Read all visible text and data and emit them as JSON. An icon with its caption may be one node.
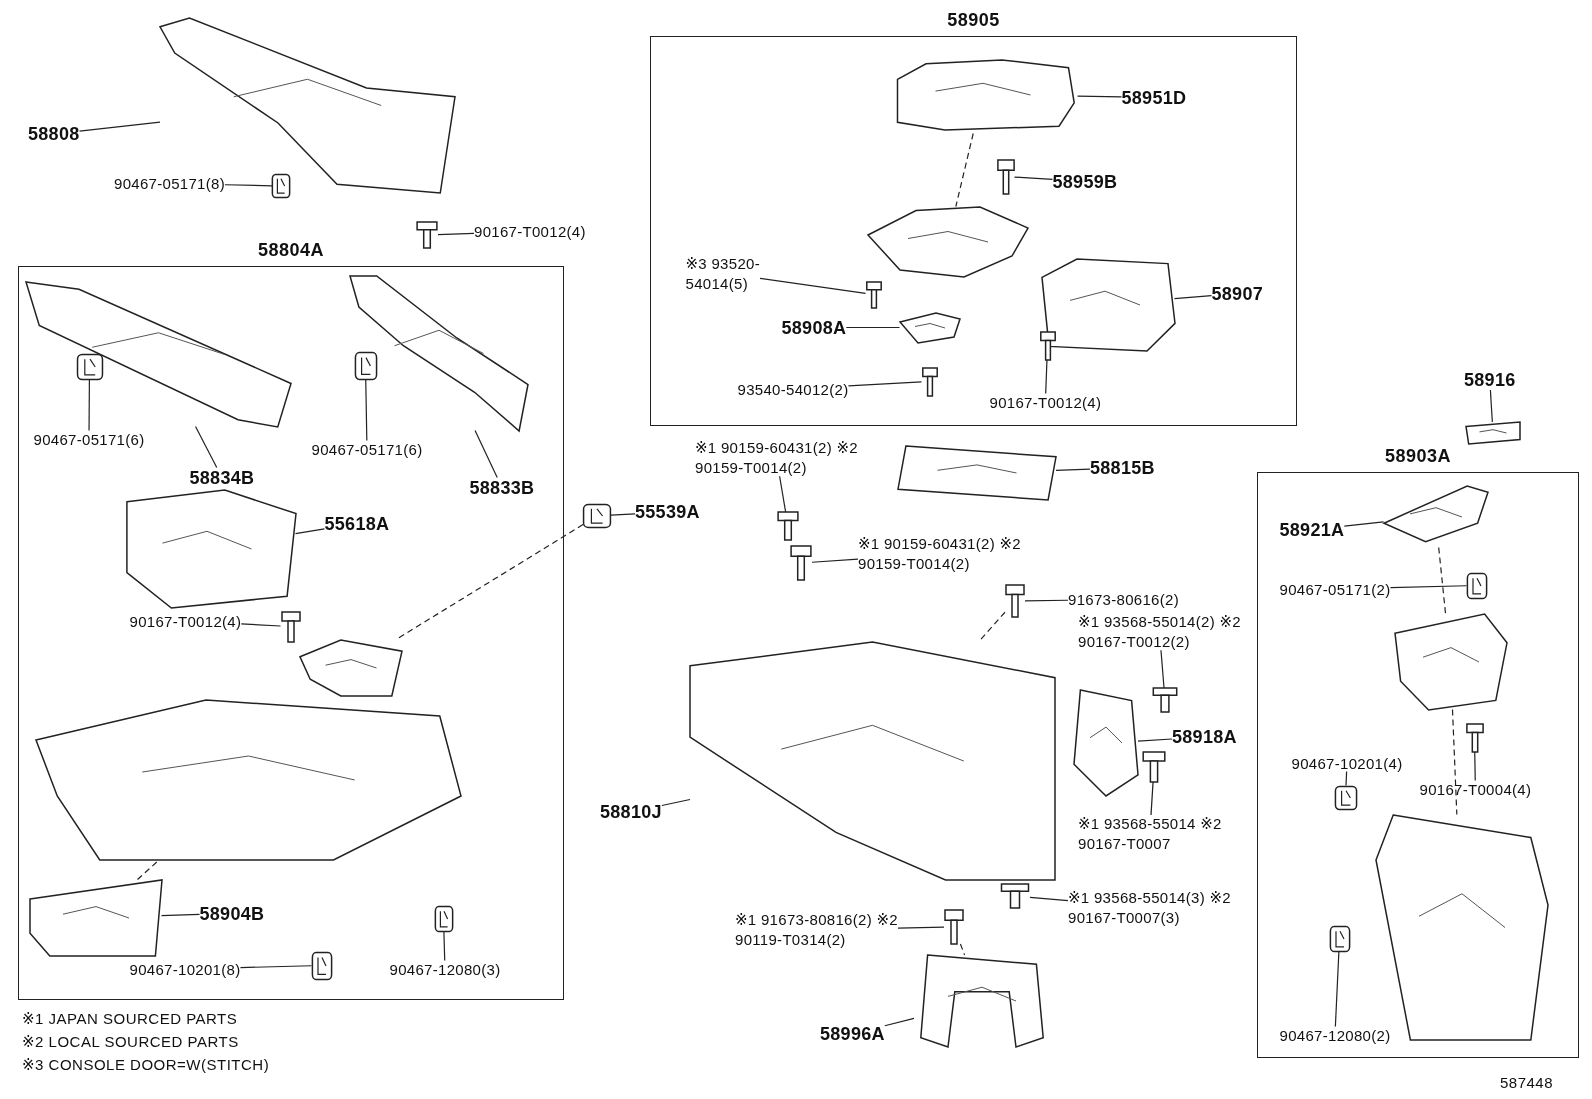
{
  "diagram": {
    "nodes": [
      {
        "text": [
          "58905"
        ]
      },
      {
        "text": [
          "58951D"
        ],
        "in": 0
      },
      {
        "text": [],
        "shape": "picture",
        "in": 0
      },
      {
        "text": [
          "58959B"
        ],
        "in": 0
      },
      {
        "text": [],
        "shape": "picture",
        "in": 0
      },
      {
        "text": [],
        "shape": "picture",
        "in": 0
      },
      {
        "text": [
          "※3 93520-54014(5)"
        ],
        "in": 0
      },
      {
        "text": [],
        "shape": "picture",
        "in": 0
      },
      {
        "text": [
          "58907"
        ],
        "in": 0
      },
      {
        "text": [],
        "shape": "picture",
        "in": 0
      },
      {
        "text": [
          "58908A"
        ],
        "in": 0
      },
      {
        "text": [],
        "shape": "picture",
        "in": 0
      },
      {
        "text": [
          "93540-54012(2)"
        ],
        "in": 0
      },
      {
        "text": [],
        "shape": "picture",
        "in": 0
      },
      {
        "text": [
          "90167-T0012(4)"
        ],
        "in": 0
      },
      {
        "text": [],
        "shape": "picture",
        "in": 0
      },
      {
        "text": [
          "58808"
        ]
      },
      {
        "text": [],
        "shape": "picture"
      },
      {
        "text": [
          "90467-05171(8)"
        ]
      },
      {
        "text": [],
        "shape": "picture"
      },
      {
        "text": [
          "90167-T0012(4)"
        ]
      },
      {
        "text": [],
        "shape": "picture"
      },
      {
        "text": [
          "58804A"
        ]
      },
      {
        "text": [],
        "shape": "picture",
        "in": 22
      },
      {
        "text": [],
        "shape": "picture",
        "in": 22
      },
      {
        "text": [
          "90467-05171(6)"
        ],
        "in": 22
      },
      {
        "text": [
          "58834B"
        ],
        "in": 22
      },
      {
        "text": [],
        "shape": "picture",
        "in": 22
      },
      {
        "text": [],
        "shape": "picture",
        "in": 22
      },
      {
        "text": [
          "90467-05171(6)"
        ],
        "in": 22
      },
      {
        "text": [
          "58833B"
        ],
        "in": 22
      },
      {
        "text": [],
        "shape": "picture",
        "in": 22
      },
      {
        "text": [
          "55618A"
        ],
        "in": 22
      },
      {
        "text": [
          "90167-T0012(4)"
        ],
        "in": 22
      },
      {
        "text": [],
        "shape": "picture",
        "in": 22
      },
      {
        "text": [],
        "shape": "picture",
        "in": 22
      },
      {
        "text": [],
        "shape": "picture",
        "in": 22
      },
      {
        "text": [],
        "shape": "picture",
        "in": 22
      },
      {
        "text": [
          "58904B"
        ],
        "in": 22
      },
      {
        "text": [
          "90467-10201(8)"
        ],
        "in": 22
      },
      {
        "text": [],
        "shape": "picture",
        "in": 22
      },
      {
        "text": [
          "90467-12080(3)"
        ],
        "in": 22
      },
      {
        "text": [],
        "shape": "picture",
        "in": 22
      },
      {
        "text": [],
        "shape": "picture"
      },
      {
        "text": [
          "55539A"
        ]
      },
      {
        "text": [
          "※1 90159-60431(2) ※2 90159-T0014(2)"
        ]
      },
      {
        "text": [],
        "shape": "picture"
      },
      {
        "text": [
          "※1 90159-60431(2) ※2 90159-T0014(2)"
        ]
      },
      {
        "text": [],
        "shape": "picture"
      },
      {
        "text": [],
        "shape": "picture"
      },
      {
        "text": [
          "58815B"
        ]
      },
      {
        "text": [],
        "shape": "picture"
      },
      {
        "text": [
          "58810J"
        ]
      },
      {
        "text": [
          "91673-80616(2)"
        ]
      },
      {
        "text": [],
        "shape": "picture"
      },
      {
        "text": [
          "※1 93568-55014(2) ※2 90167-T0012(2)"
        ]
      },
      {
        "text": [],
        "shape": "picture"
      },
      {
        "text": [],
        "shape": "picture"
      },
      {
        "text": [
          "58918A"
        ]
      },
      {
        "text": [
          "※1 93568-55014 ※2 90167-T0007"
        ]
      },
      {
        "text": [],
        "shape": "picture"
      },
      {
        "text": [
          "※1 93568-55014(3) ※2 90167-T0007(3)"
        ]
      },
      {
        "text": [],
        "shape": "picture"
      },
      {
        "text": [
          "※1 91673-80816(2) ※2 90119-T0314(2)"
        ]
      },
      {
        "text": [],
        "shape": "picture"
      },
      {
        "text": [],
        "shape": "picture"
      },
      {
        "text": [
          "58996A"
        ]
      },
      {
        "text": [
          "58916"
        ]
      },
      {
        "text": [],
        "shape": "picture"
      },
      {
        "text": [
          "58903A"
        ]
      },
      {
        "text": [
          "58921A"
        ],
        "in": 69
      },
      {
        "text": [],
        "shape": "picture",
        "in": 69
      },
      {
        "text": [
          "90467-05171(2)"
        ],
        "in": 69
      },
      {
        "text": [],
        "shape": "picture",
        "in": 69
      },
      {
        "text": [],
        "shape": "picture",
        "in": 69
      },
      {
        "text": [
          "90467-10201(4)"
        ],
        "in": 69
      },
      {
        "text": [],
        "shape": "picture",
        "in": 69
      },
      {
        "text": [
          "90167-T0004(4)"
        ],
        "in": 69
      },
      {
        "text": [],
        "shape": "picture",
        "in": 69
      },
      {
        "text": [],
        "shape": "picture",
        "in": 69
      },
      {
        "text": [],
        "shape": "picture",
        "in": 69
      },
      {
        "text": [
          "90467-12080(2)"
        ],
        "in": 69
      }
    ],
    "edges": [
      {
        "from": 1,
        "to": 2,
        "arrow": "none"
      },
      {
        "from": 3,
        "to": 4,
        "arrow": "none"
      },
      {
        "from": 6,
        "to": 7,
        "arrow": "none"
      },
      {
        "from": 8,
        "to": 9,
        "arrow": "none"
      },
      {
        "from": 10,
        "to": 11,
        "arrow": "none"
      },
      {
        "from": 12,
        "to": 13,
        "arrow": "none"
      },
      {
        "from": 14,
        "to": 15,
        "arrow": "none"
      },
      {
        "from": 16,
        "to": 17,
        "arrow": "none"
      },
      {
        "from": 18,
        "to": 19,
        "arrow": "none"
      },
      {
        "from": 20,
        "to": 21,
        "arrow": "none"
      },
      {
        "from": 25,
        "to": 24,
        "arrow": "none"
      },
      {
        "from": 26,
        "to": 23,
        "arrow": "none"
      },
      {
        "from": 29,
        "to": 28,
        "arrow": "none"
      },
      {
        "from": 30,
        "to": 27,
        "arrow": "none"
      },
      {
        "from": 32,
        "to": 31,
        "arrow": "none"
      },
      {
        "from": 33,
        "to": 34,
        "arrow": "none"
      },
      {
        "from": 38,
        "to": 37,
        "arrow": "none"
      },
      {
        "from": 39,
        "to": 40,
        "arrow": "none"
      },
      {
        "from": 41,
        "to": 42,
        "arrow": "none"
      },
      {
        "from": 44,
        "to": 43,
        "arrow": "none"
      },
      {
        "from": 45,
        "to": 46,
        "arrow": "none"
      },
      {
        "from": 47,
        "to": 48,
        "arrow": "none"
      },
      {
        "from": 50,
        "to": 49,
        "arrow": "none"
      },
      {
        "from": 52,
        "to": 51,
        "arrow": "none"
      },
      {
        "from": 53,
        "to": 54,
        "arrow": "none"
      },
      {
        "from": 55,
        "to": 56,
        "arrow": "none"
      },
      {
        "from": 58,
        "to": 57,
        "arrow": "none"
      },
      {
        "from": 59,
        "to": 60,
        "arrow": "none"
      },
      {
        "from": 61,
        "to": 62,
        "arrow": "none"
      },
      {
        "from": 63,
        "to": 64,
        "arrow": "none"
      },
      {
        "from": 66,
        "to": 65,
        "arrow": "none"
      },
      {
        "from": 67,
        "to": 68,
        "arrow": "none"
      },
      {
        "from": 70,
        "to": 71,
        "arrow": "none"
      },
      {
        "from": 72,
        "to": 73,
        "arrow": "none"
      },
      {
        "from": 75,
        "to": 76,
        "arrow": "none"
      },
      {
        "from": 77,
        "to": 78,
        "arrow": "none"
      },
      {
        "from": 81,
        "to": 80,
        "arrow": "none"
      },
      {
        "from": 2,
        "to": 5,
        "arrow": "none",
        "style": "dashed"
      },
      {
        "from": 43,
        "to": 35,
        "arrow": "none",
        "style": "dashed"
      },
      {
        "from": 37,
        "to": 36,
        "arrow": "none",
        "style": "dashed"
      },
      {
        "from": 54,
        "to": 51,
        "arrow": "none",
        "style": "dashed"
      },
      {
        "from": 64,
        "to": 65,
        "arrow": "none",
        "style": "dashed"
      },
      {
        "from": 71,
        "to": 74,
        "arrow": "none",
        "style": "dashed"
      },
      {
        "from": 74,
        "to": 79,
        "arrow": "none",
        "style": "dashed"
      }
    ],
    "labels": [
      "※1 JAPAN SOURCED PARTS",
      "※2 LOCAL SOURCED PARTS",
      "※3 CONSOLE DOOR=W(STITCH)",
      "587448"
    ]
  }
}
